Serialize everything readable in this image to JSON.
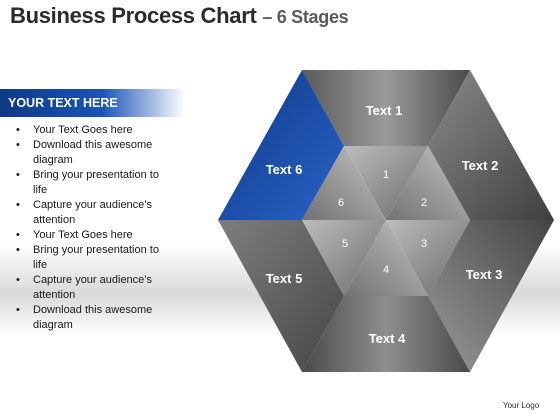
{
  "title": {
    "main": "Business Process Chart",
    "sub": "– 6 Stages"
  },
  "header": "YOUR TEXT HERE",
  "bullets": [
    "Your Text Goes here",
    "Download this awesome diagram",
    "Bring your presentation to life",
    "Capture your audience’s attention",
    "Your Text Goes here",
    "Bring your presentation to life",
    "Capture your audience’s attention",
    "Download this awesome diagram"
  ],
  "stages": {
    "outer": [
      "Text 1",
      "Text 2",
      "Text 3",
      "Text 4",
      "Text 5",
      "Text 6"
    ],
    "inner": [
      "1",
      "2",
      "3",
      "4",
      "5",
      "6"
    ]
  },
  "colors": {
    "highlight": "#1a53b8",
    "dark_blue": "#0e3a86",
    "segment_gray": "#7a7a7a"
  },
  "logo": "Your Logo"
}
